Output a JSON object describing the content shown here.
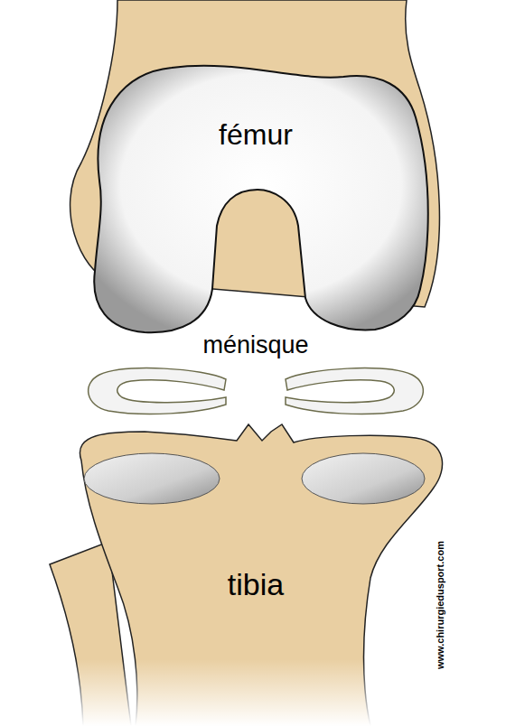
{
  "diagram": {
    "labels": [
      "fémur",
      "ménisque",
      "tibia",
      "www.chirurgiedusport.com"
    ]
  }
}
